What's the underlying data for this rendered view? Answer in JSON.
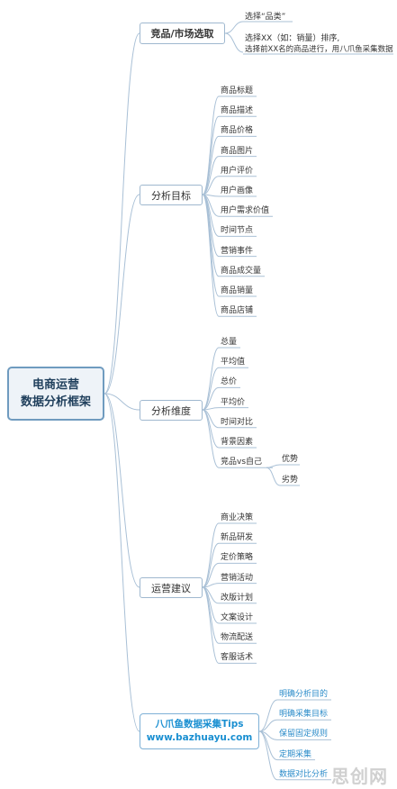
{
  "root": {
    "line1": "电商运营",
    "line2": "数据分析框架"
  },
  "branch_market": {
    "label": "竞品/市场选取",
    "items": [
      "选择“品类”",
      "选择XX（如：销量）排序,",
      "选择前XX名的商品进行，用八爪鱼采集数据"
    ]
  },
  "branch_goals": {
    "label": "分析目标",
    "items": [
      "商品标题",
      "商品描述",
      "商品价格",
      "商品图片",
      "用户评价",
      "用户画像",
      "用户需求价值",
      "时间节点",
      "营销事件",
      "商品成交量",
      "商品销量",
      "商品店铺"
    ]
  },
  "branch_dimensions": {
    "label": "分析维度",
    "items": [
      "总量",
      "平均值",
      "总价",
      "平均价",
      "时间对比",
      "背景因素",
      "竞品vs自己"
    ],
    "sub_items": [
      "优势",
      "劣势"
    ]
  },
  "branch_advice": {
    "label": "运营建议",
    "items": [
      "商业决策",
      "新品研发",
      "定价策略",
      "营销活动",
      "改版计划",
      "文案设计",
      "物流配送",
      "客服话术"
    ]
  },
  "branch_tips": {
    "line1": "八爪鱼数据采集Tips",
    "line2": "www.bazhuayu.com",
    "items": [
      "明确分析目的",
      "明确采集目标",
      "保留固定规则",
      "定期采集",
      "数据对比分析"
    ]
  },
  "watermark": "思创网",
  "colors": {
    "line": "#9fb8cf",
    "root_border": "#6f9bbf",
    "tips_text": "#1a8fd1",
    "tips_leaf": "#2a8bc9"
  }
}
